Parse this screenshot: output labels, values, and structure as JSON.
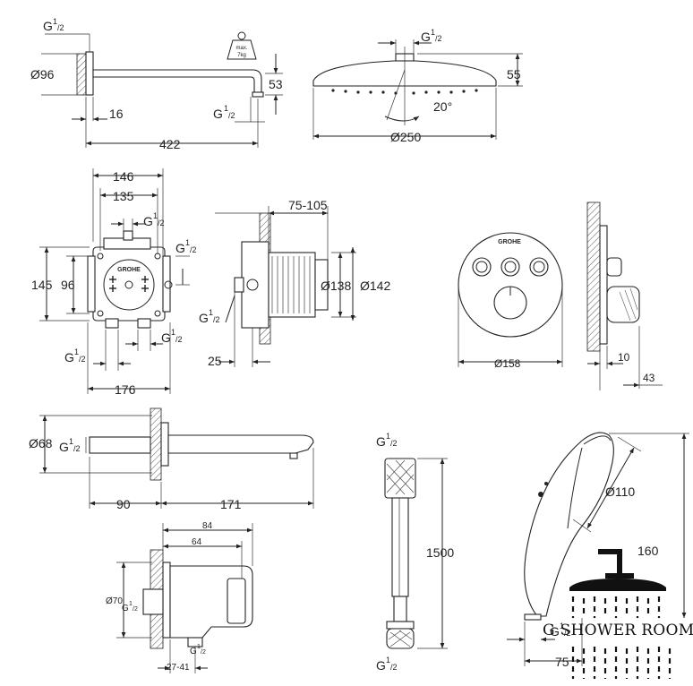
{
  "arm": {
    "thread_top": "G",
    "thread_top_sup": "1",
    "thread_top_sub": "/2",
    "dia": "Ø96",
    "len_16": "16",
    "len_422": "422",
    "drop": "53",
    "thread_end": "G",
    "thread_end_sup": "1",
    "thread_end_sub": "/2",
    "weight_label_1": "max.",
    "weight_label_2": "7kg"
  },
  "head": {
    "thread": "G",
    "thread_sup": "1",
    "thread_sub": "/2",
    "height": "55",
    "angle": "20°",
    "dia": "Ø250"
  },
  "box": {
    "w146": "146",
    "w135": "135",
    "thread_top": "G",
    "thread_top_sup": "1",
    "thread_top_sub": "/2",
    "thread_right": "G",
    "thread_right_sup": "1",
    "thread_right_sub": "/2",
    "h145": "145",
    "h96": "96",
    "thread_bl": "G",
    "thread_bl_sup": "1",
    "thread_bl_sub": "/2",
    "thread_br": "G",
    "thread_br_sup": "1",
    "thread_br_sub": "/2",
    "w176": "176",
    "logo": "GROHE"
  },
  "box_side": {
    "depth": "75-105",
    "thread": "G",
    "thread_sup": "1",
    "thread_sub": "/2",
    "d138": "Ø138",
    "d142": "Ø142",
    "len25": "25"
  },
  "control": {
    "dia": "Ø158",
    "logo": "GROHE"
  },
  "control_side": {
    "d10": "10",
    "d43": "43"
  },
  "spout": {
    "dia": "Ø68",
    "thread": "G",
    "thread_sup": "1",
    "thread_sub": "/2",
    "len90": "90",
    "len171": "171"
  },
  "outlet": {
    "w84": "84",
    "w64": "64",
    "dia": "Ø70",
    "thread_side": "G",
    "thread_side_sup": "1",
    "thread_side_sub": "/2",
    "thread_bottom": "G",
    "thread_bottom_sup": "1",
    "thread_bottom_sub": "/2",
    "range": "27-41"
  },
  "hose": {
    "thread_top": "G",
    "thread_top_sup": "1",
    "thread_top_sub": "/2",
    "length": "1500",
    "thread_bottom": "G",
    "thread_bottom_sup": "1",
    "thread_bottom_sub": "/2"
  },
  "hand_shower": {
    "dia": "Ø110",
    "len160": "160",
    "thread": "G",
    "thread_sup": "1",
    "thread_sub": "/2",
    "len75": "75"
  },
  "watermark": {
    "text": "SHOWER ROOM",
    "letter": "G"
  }
}
